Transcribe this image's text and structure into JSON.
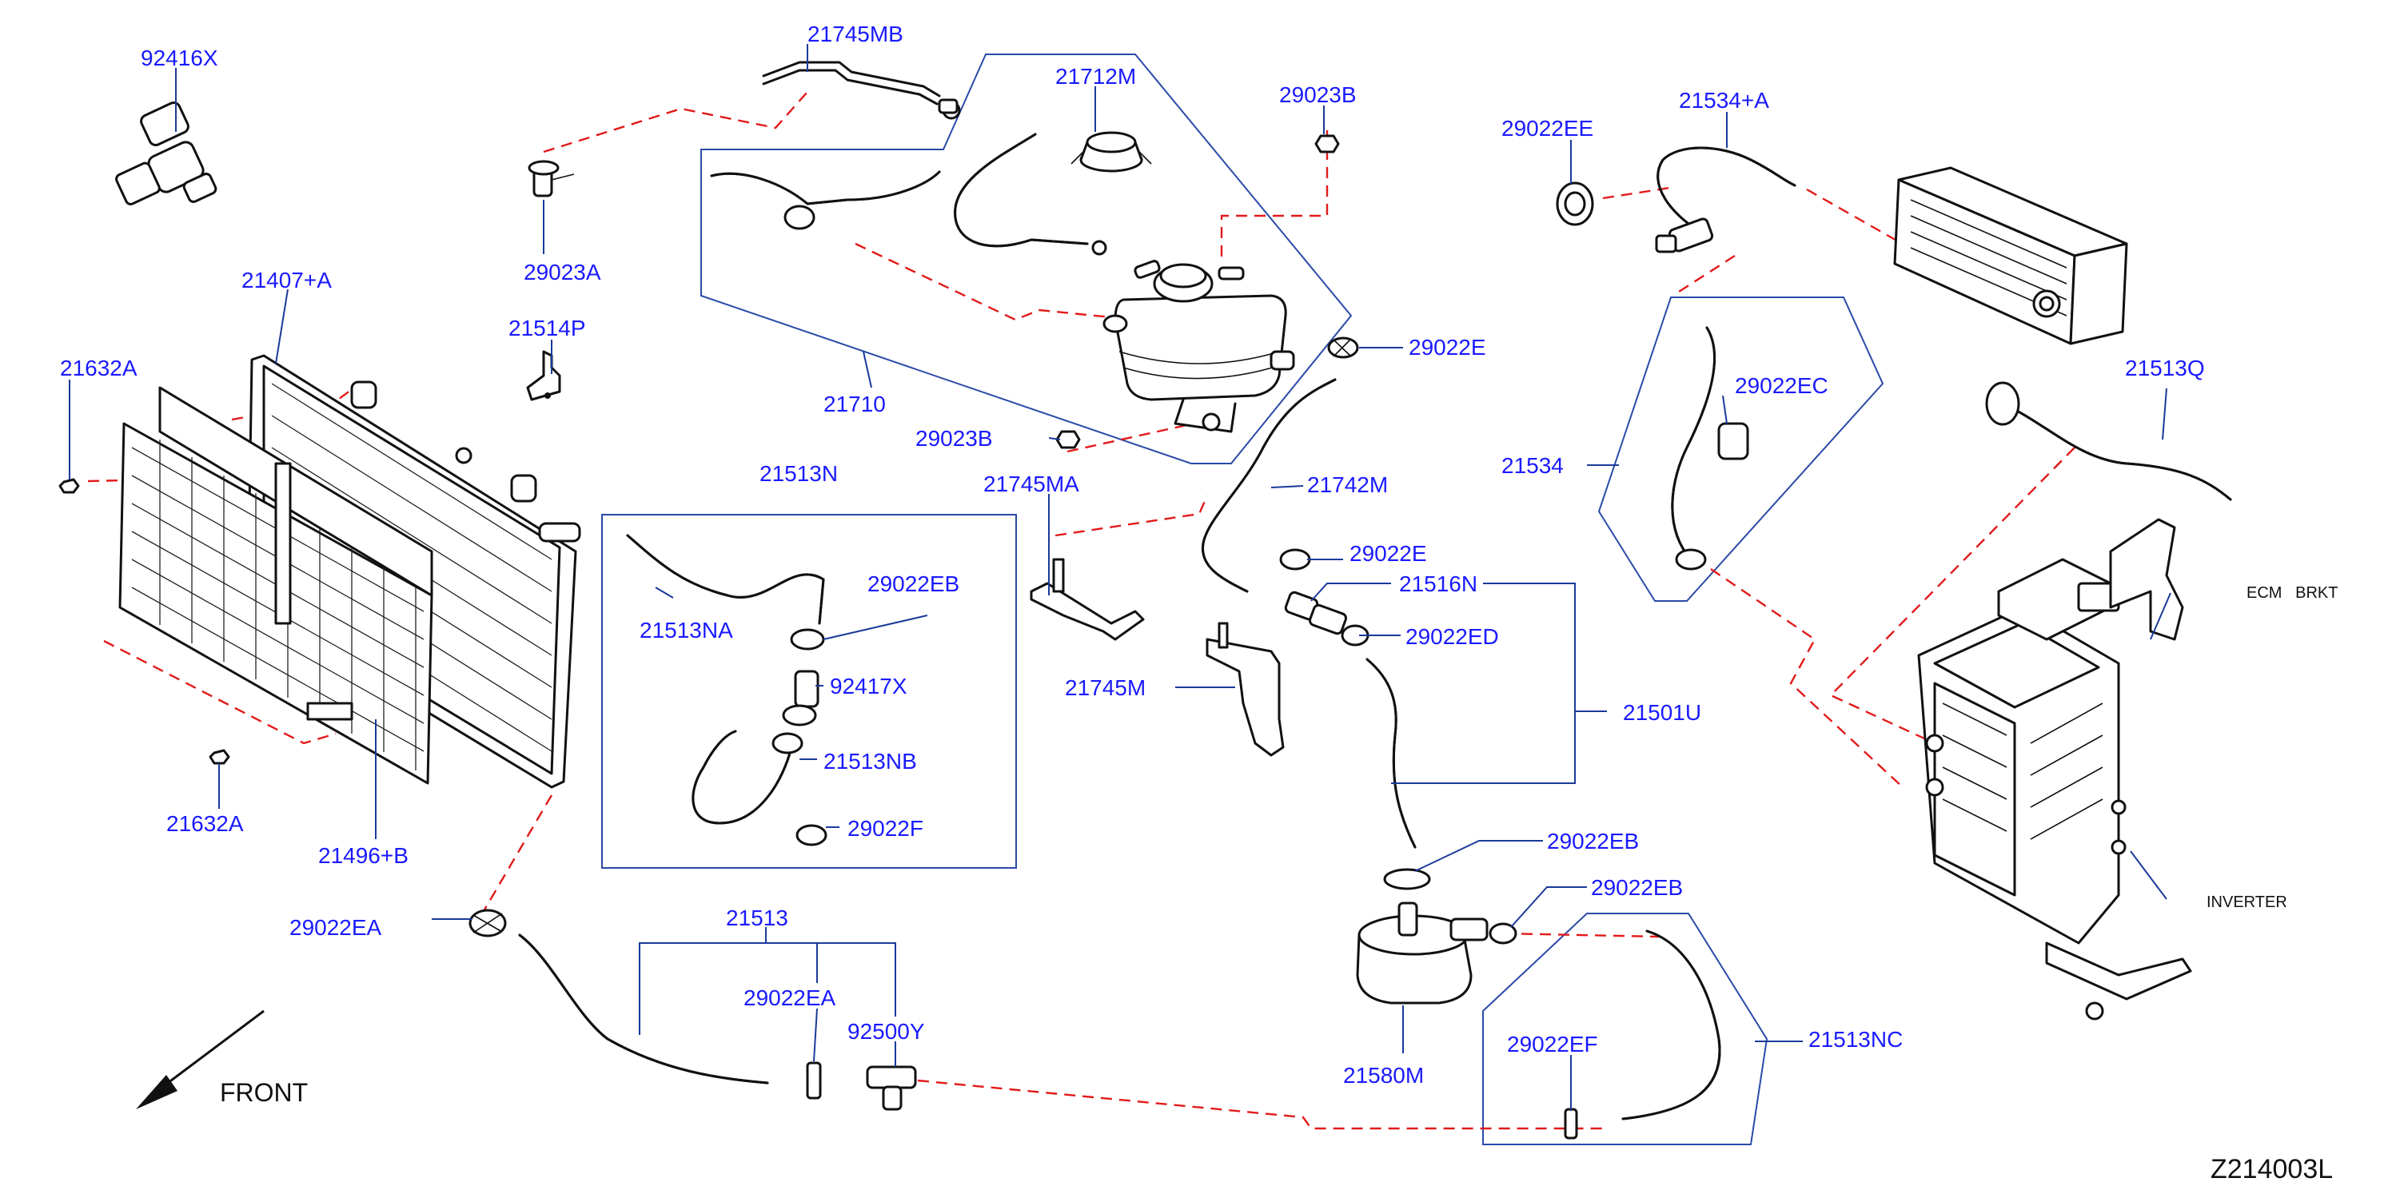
{
  "diagram": {
    "diagram_code": "Z214003L",
    "direction_label": "FRONT",
    "annotations": {
      "ecm_bracket": "ECM   BRKT",
      "inverter": "INVERTER"
    },
    "parts": {
      "p92416X": "92416X",
      "p21745MB": "21745MB",
      "p21712M": "21712M",
      "p29023B_top": "29023B",
      "p29023A": "29023A",
      "p21407A": "21407+A",
      "p21514P": "21514P",
      "p21632A_top": "21632A",
      "p21710": "21710",
      "p29023B_mid": "29023B",
      "p21745MA": "21745MA",
      "p21742M": "21742M",
      "p29022E_top": "29022E",
      "p29022E_mid": "29022E",
      "p21516N": "21516N",
      "p29022ED": "29022ED",
      "p21745M": "21745M",
      "p21501U": "21501U",
      "p21513N": "21513N",
      "p21513NA": "21513NA",
      "p29022EB_left": "29022EB",
      "p92417X": "92417X",
      "p21513NB": "21513NB",
      "p29022F": "29022F",
      "p21632A_bottom": "21632A",
      "p21496B": "21496+B",
      "p29022EA_left": "29022EA",
      "p21513": "21513",
      "p29022EA_mid": "29022EA",
      "p92500Y": "92500Y",
      "p29022EB_mid": "29022EB",
      "p29022EB_right": "29022EB",
      "p21580M": "21580M",
      "p29022EF": "29022EF",
      "p21513NC": "21513NC",
      "p29022EE": "29022EE",
      "p21534A": "21534+A",
      "p29022EC": "29022EC",
      "p21534": "21534",
      "p21513Q": "21513Q"
    }
  }
}
